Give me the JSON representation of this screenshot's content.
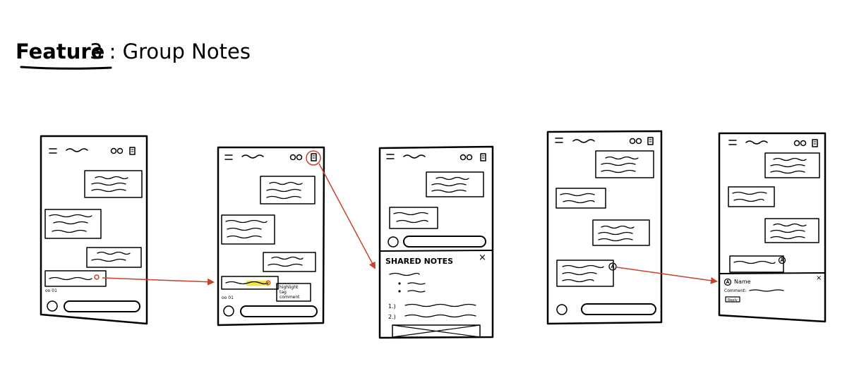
{
  "title": {
    "bold": "Feature",
    "rest": "3 : Group Notes"
  },
  "colors": {
    "ink": "#000000",
    "arrow": "#c8412b",
    "highlight": "#f2e34a"
  },
  "screen2": {
    "popup": [
      "highlight",
      "tag",
      "comment"
    ],
    "reactions": "oo 01"
  },
  "screen1": {
    "reactions": "oo 01"
  },
  "screen3": {
    "panel_title": "SHARED NOTES",
    "close_glyph": "×",
    "items": [
      "1.)",
      "2.)"
    ]
  },
  "screen5": {
    "close_glyph": "×",
    "name_label": "Name",
    "comment_label": "Comment:",
    "reply_label": "Reply"
  },
  "icons": [
    "menu-icon",
    "group-icon",
    "notes-icon",
    "profile-icon",
    "close-icon",
    "avatar-icon"
  ]
}
